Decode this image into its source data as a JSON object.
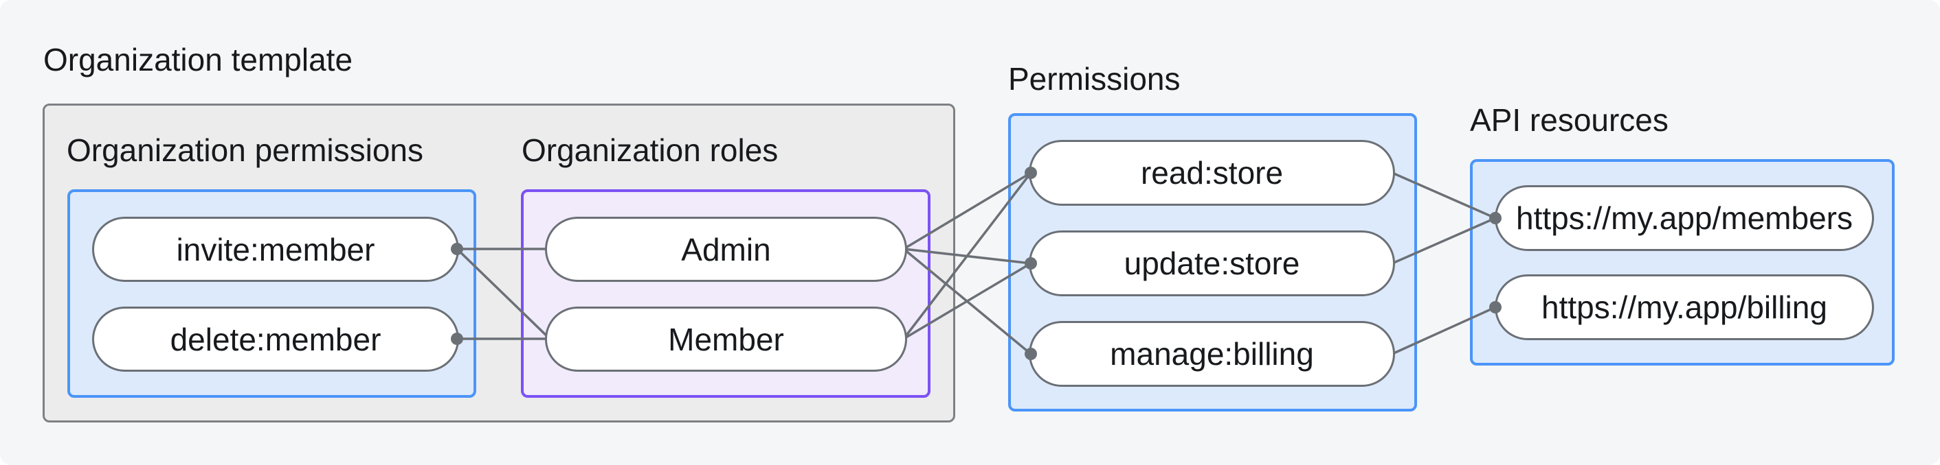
{
  "labels": {
    "organization_template": "Organization template",
    "organization_permissions": "Organization permissions",
    "organization_roles": "Organization roles",
    "permissions": "Permissions",
    "api_resources": "API resources"
  },
  "nodes": {
    "invite_member": "invite:member",
    "delete_member": "delete:member",
    "admin": "Admin",
    "member": "Member",
    "read_store": "read:store",
    "update_store": "update:store",
    "manage_billing": "manage:billing",
    "members_url": "https://my.app/members",
    "billing_url": "https://my.app/billing"
  },
  "edges": [
    {
      "from": "invite:member",
      "to": "Admin"
    },
    {
      "from": "invite:member",
      "to": "Member"
    },
    {
      "from": "delete:member",
      "to": "Member"
    },
    {
      "from": "Admin",
      "to": "read:store"
    },
    {
      "from": "Admin",
      "to": "update:store"
    },
    {
      "from": "Admin",
      "to": "manage:billing"
    },
    {
      "from": "Member",
      "to": "read:store"
    },
    {
      "from": "Member",
      "to": "update:store"
    },
    {
      "from": "read:store",
      "to": "https://my.app/members"
    },
    {
      "from": "update:store",
      "to": "https://my.app/members"
    },
    {
      "from": "manage:billing",
      "to": "https://my.app/billing"
    }
  ],
  "colors": {
    "canvas_background": "#f5f6f7",
    "container_fill": "#ececed",
    "container_border": "#7d8184",
    "blue_fill": "#ddeafc",
    "blue_border": "#4b95f8",
    "purple_fill": "#f1ebfb",
    "purple_border": "#7b52f4",
    "node_border": "#6b7076",
    "connector": "#6b7076",
    "text": "#17191c"
  }
}
